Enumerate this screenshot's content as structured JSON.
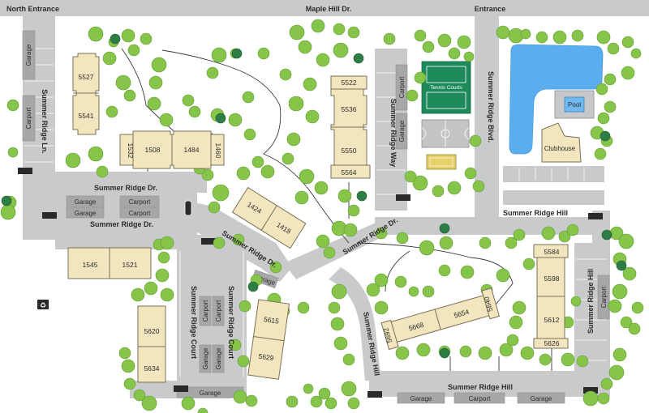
{
  "streets": {
    "maple_hill": "Maple Hill Dr.",
    "north_entrance": "North Entrance",
    "entrance": "Entrance",
    "summer_ridge_ln": "Summer Ridge Ln.",
    "summer_ridge_dr_1": "Summer Ridge Dr.",
    "summer_ridge_dr_2": "Summer Ridge Dr.",
    "summer_ridge_dr_3": "Summer Ridge Dr.",
    "summer_ridge_dr_4": "Summer Ridge Dr.",
    "summer_ridge_way": "Summer Ridge Way",
    "summer_ridge_blvd": "Summer Ridge Blvd.",
    "summer_ridge_hill_1": "Summer Ridge Hill",
    "summer_ridge_hill_2": "Summer Ridge Hill",
    "summer_ridge_hill_3": "Summer Ridge Hill",
    "summer_ridge_hill_4": "Summer Ridge Hill",
    "summer_ridge_court_1": "Summer Ridge Court",
    "summer_ridge_court_2": "Summer Ridge Court"
  },
  "buildings": {
    "b5527": "5527",
    "b5541": "5541",
    "b1532": "1532",
    "b1508": "1508",
    "b1484": "1484",
    "b1460": "1460",
    "b5522": "5522",
    "b5536": "5536",
    "b5550": "5550",
    "b5564": "5564",
    "b1424": "1424",
    "b1418": "1418",
    "b1545": "1545",
    "b1521": "1521",
    "b5620": "5620",
    "b5634": "5634",
    "b5615": "5615",
    "b5629": "5629",
    "b5692": "5692",
    "b5668": "5668",
    "b5654": "5654",
    "b5640": "5640",
    "b5584": "5584",
    "b5598": "5598",
    "b5612": "5612",
    "b5626": "5626"
  },
  "amenities": {
    "tennis": "Tennis Courts",
    "pool": "Pool",
    "clubhouse": "Clubhouse"
  },
  "structures": {
    "garage": "Garage",
    "carport": "Carport",
    "dumpster": "Dumpster"
  },
  "colors": {
    "road": "#c9cacb",
    "building": "#f3e6be",
    "garage": "#a6a7a9",
    "water": "#5aaef0",
    "court": "#1d8a5a",
    "tree": "#86c44a",
    "tree_dark": "#2e7d45"
  },
  "icons": [
    "recycling-icon"
  ]
}
